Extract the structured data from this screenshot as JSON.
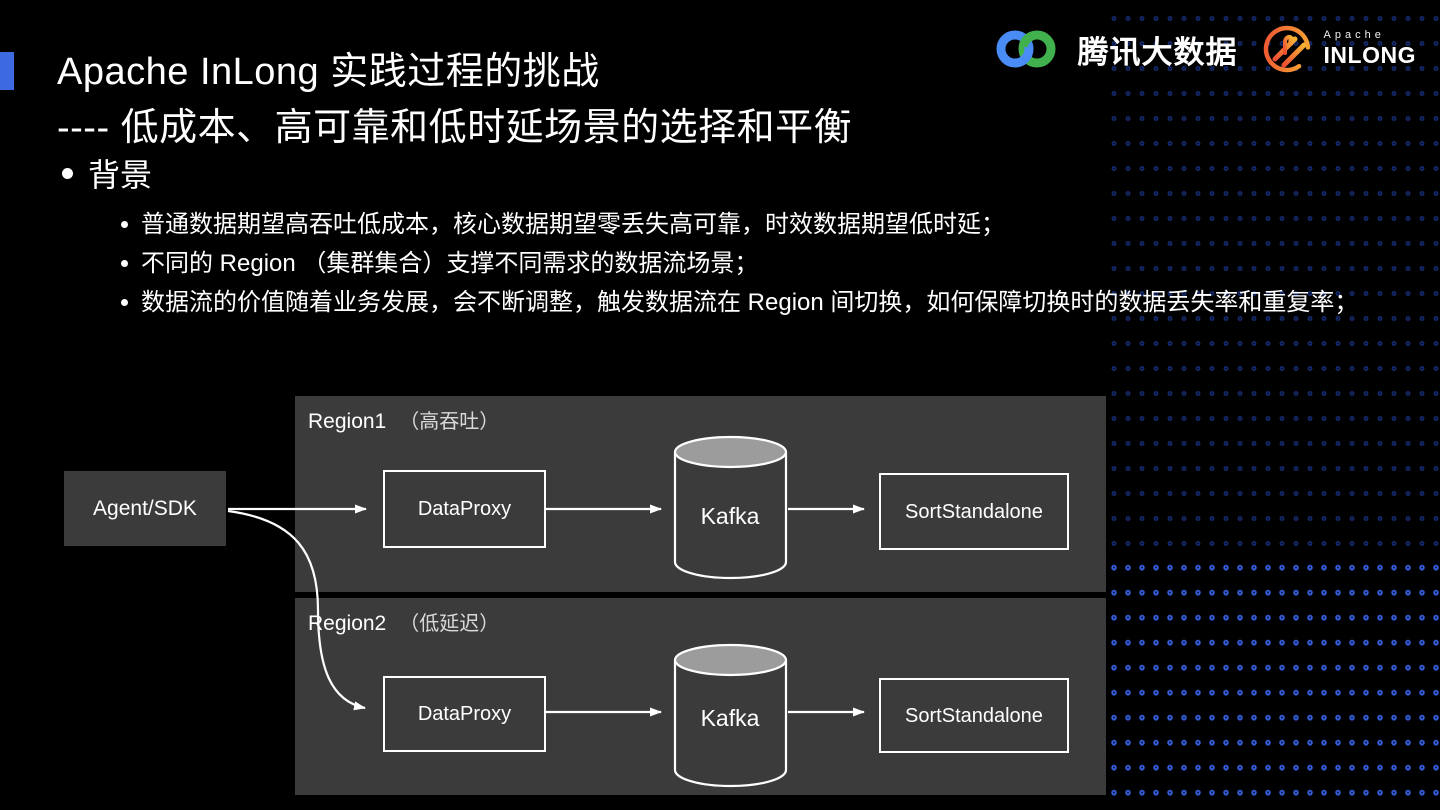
{
  "header": {
    "title_line1": "Apache InLong 实践过程的挑战",
    "title_line2": "---- 低成本、高可靠和低时延场景的选择和平衡"
  },
  "logos": {
    "tencent": {
      "label": "腾讯大数据"
    },
    "inlong": {
      "brand_top": "Apache",
      "brand_name": "INLONG"
    }
  },
  "content": {
    "section_title": "背景",
    "bullets": [
      "普通数据期望高吞吐低成本，核心数据期望零丢失高可靠，时效数据期望低时延；",
      "不同的 Region （集群集合）支撑不同需求的数据流场景；",
      "数据流的价值随着业务发展，会不断调整，触发数据流在 Region 间切换，如何保障切换时的数据丢失率和重复率；"
    ]
  },
  "diagram": {
    "agent_label": "Agent/SDK",
    "regions": [
      {
        "name": "Region1",
        "qualifier": "（高吞吐）",
        "nodes": {
          "dataproxy": "DataProxy",
          "kafka": "Kafka",
          "sort": "SortStandalone"
        }
      },
      {
        "name": "Region2",
        "qualifier": "（低延迟）",
        "nodes": {
          "dataproxy": "DataProxy",
          "kafka": "Kafka",
          "sort": "SortStandalone"
        }
      }
    ]
  },
  "colors": {
    "background": "#000000",
    "accent_blue": "#3e6ae1",
    "panel_gray": "#3b3b3b",
    "cylinder_top_gray": "#9c9c9c",
    "line_white": "#ffffff",
    "tencent_blue": "#4a8cf5",
    "tencent_green": "#41b14d",
    "inlong_orange": "#f9b234",
    "inlong_red": "#ee4e33",
    "dot_blue": "#2854d6"
  }
}
